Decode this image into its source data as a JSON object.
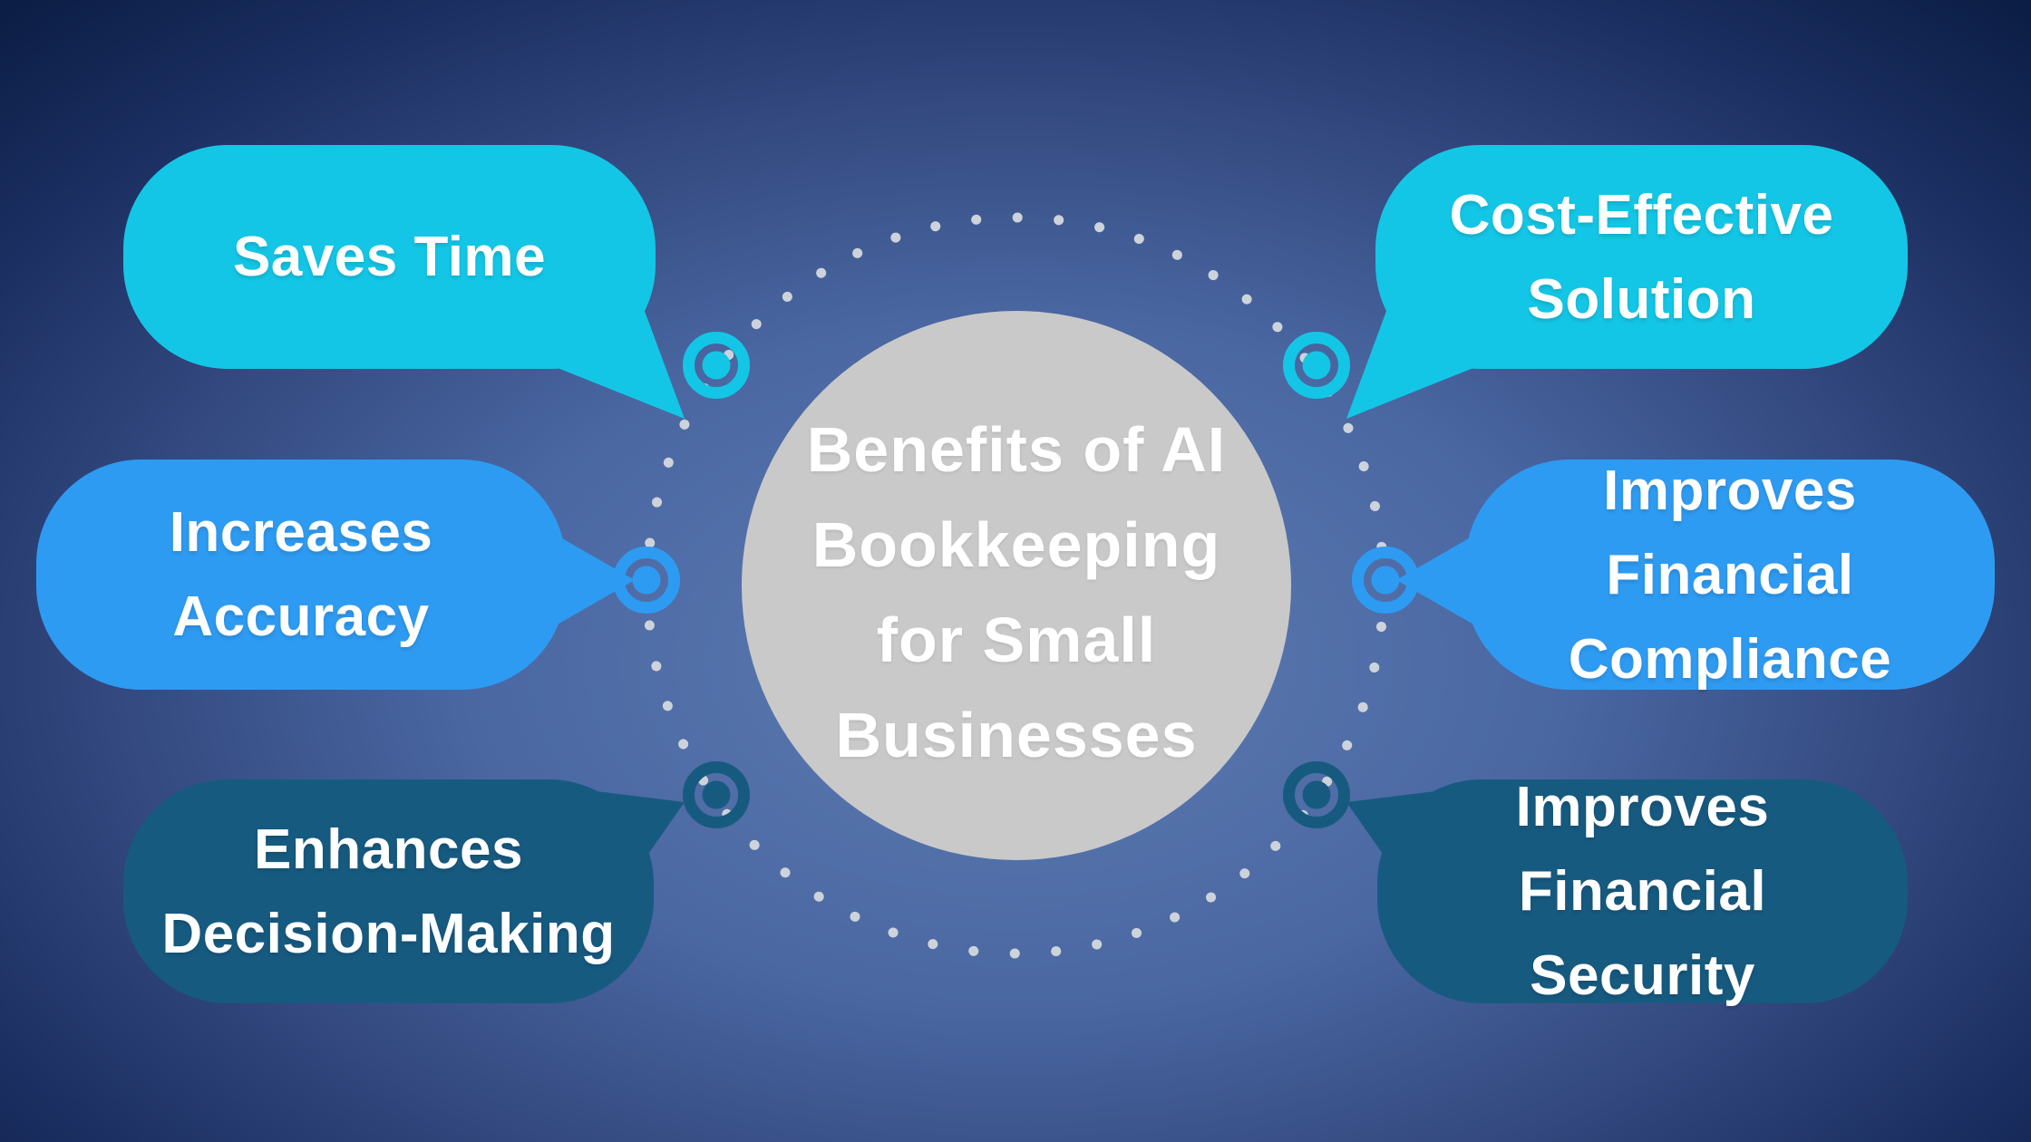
{
  "infographic": {
    "title": {
      "text": "Benefits of AI Bookkeeping for Small Businesses",
      "lines": [
        "Benefits of AI",
        "Bookkeeping",
        "for Small",
        "Businesses"
      ]
    },
    "bubbles": [
      {
        "label": "Saves Time",
        "lines": [
          "Saves Time"
        ],
        "position": "top-left",
        "color": "#14c6e6"
      },
      {
        "label": "Increases Accuracy",
        "lines": [
          "Increases",
          "Accuracy"
        ],
        "position": "middle-left",
        "color": "#2e9bf2"
      },
      {
        "label": "Enhances Decision-Making",
        "lines": [
          "Enhances",
          "Decision-Making"
        ],
        "position": "bottom-left",
        "color": "#175a80"
      },
      {
        "label": "Cost-Effective Solution",
        "lines": [
          "Cost-Effective",
          "Solution"
        ],
        "position": "top-right",
        "color": "#14c6e6"
      },
      {
        "label": "Improves Financial Compliance",
        "lines": [
          "Improves",
          "Financial",
          "Compliance"
        ],
        "position": "middle-right",
        "color": "#2e9bf2"
      },
      {
        "label": "Improves Financial Security",
        "lines": [
          "Improves",
          "Financial",
          "Security"
        ],
        "position": "bottom-right",
        "color": "#175a80"
      }
    ],
    "colors": {
      "accent_cyan": "#14c6e6",
      "accent_blue": "#2e9bf2",
      "accent_dark_blue": "#175a80",
      "center_circle_gray": "#c9c9c9",
      "ring_dot_gray": "#cdd3da",
      "background_dark": "#0c1e45",
      "background_light": "#5d7bb1",
      "text_white": "#ffffff"
    }
  }
}
